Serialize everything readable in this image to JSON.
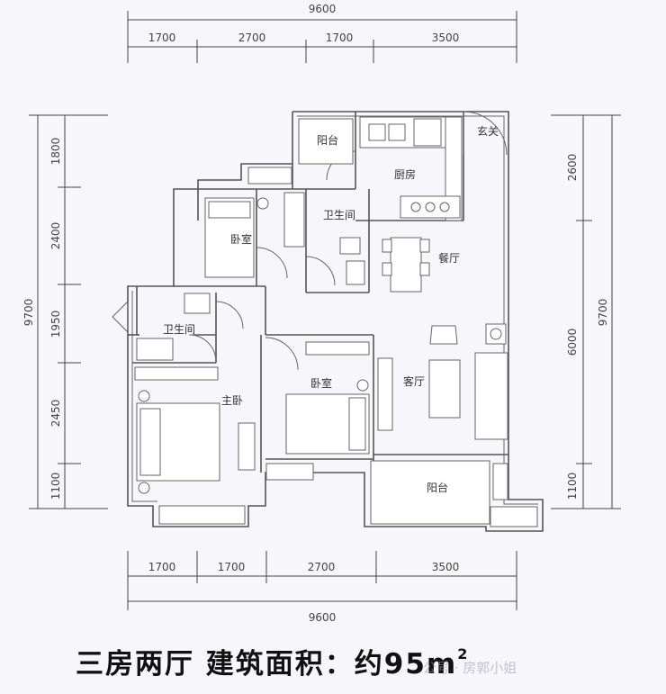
{
  "dimensions": {
    "top_total": "9600",
    "top_segments": [
      "1700",
      "2700",
      "1700",
      "3500"
    ],
    "bottom_total": "9600",
    "bottom_segments": [
      "1700",
      "1700",
      "2700",
      "3500"
    ],
    "left_total": "9700",
    "left_segments": [
      "1800",
      "2400",
      "1950",
      "2450",
      "1100"
    ],
    "right_total": "9700",
    "right_segments": [
      "2600",
      "6000",
      "1100"
    ]
  },
  "rooms": {
    "balcony_top": "阳台",
    "kitchen": "厨房",
    "entrance": "玄关",
    "bathroom_top": "卫生间",
    "bedroom_top": "卧室",
    "dining": "餐厅",
    "bathroom_left": "卫生间",
    "master_bedroom": "主卧",
    "bedroom_mid": "卧室",
    "living": "客厅",
    "balcony_bottom": "阳台"
  },
  "caption": {
    "main": "三房两厅  建筑面积：约95m",
    "sup": "2"
  },
  "watermark": "公号 ·  房郭小姐"
}
